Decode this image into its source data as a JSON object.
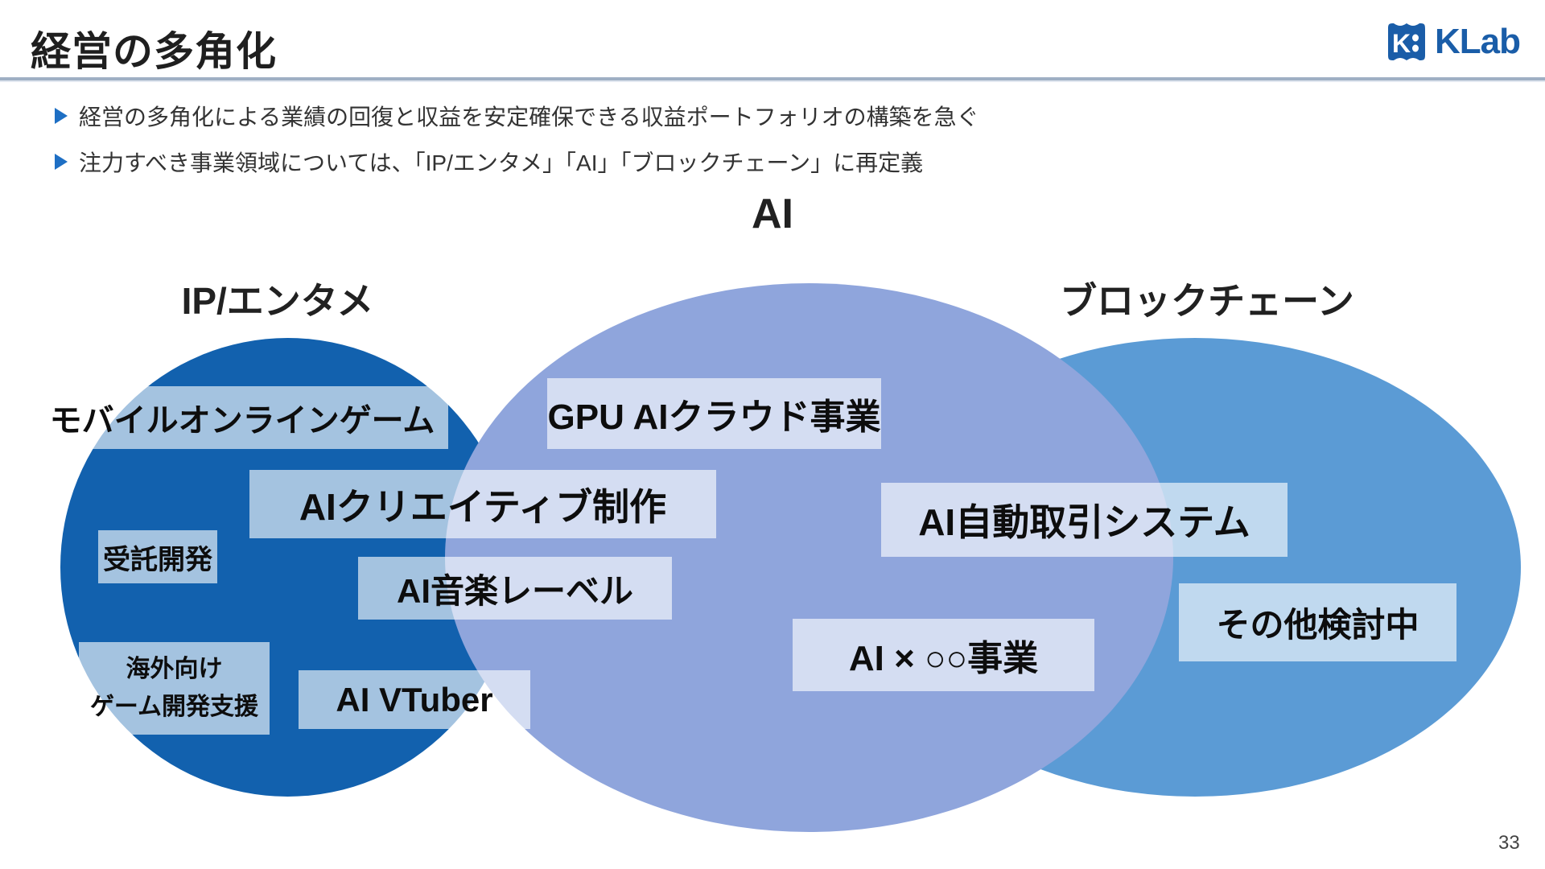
{
  "slide": {
    "title": "経営の多角化",
    "page_number": "33",
    "logo": {
      "text": "KLab",
      "color": "#1a5da8",
      "icon": "klab-mark-icon"
    },
    "bullets": [
      "経営の多角化による業績の回復と収益を安定確保できる収益ポートフォリオの構築を急ぐ",
      "注力すべき事業領域については、「IP/エンタメ」「AI」「ブロックチェーン」に再定義"
    ]
  },
  "diagram": {
    "ellipses": [
      {
        "id": "ip",
        "label": "IP/エンタメ",
        "color": "#1261ae"
      },
      {
        "id": "ai",
        "label": "AI",
        "color": "#8fa5dc"
      },
      {
        "id": "bc",
        "label": "ブロックチェーン",
        "color": "#5b9bd5"
      }
    ],
    "items": [
      {
        "label": "モバイルオンラインゲーム",
        "region": "IP/エンタメ"
      },
      {
        "label": "受託開発",
        "region": "IP/エンタメ"
      },
      {
        "label": "海外向け\nゲーム開発支援",
        "region": "IP/エンタメ"
      },
      {
        "label": "AIクリエイティブ制作",
        "region": "IP/エンタメ × AI"
      },
      {
        "label": "AI音楽レーベル",
        "region": "IP/エンタメ × AI"
      },
      {
        "label": "AI VTuber",
        "region": "IP/エンタメ × AI"
      },
      {
        "label": "GPU AIクラウド事業",
        "region": "AI"
      },
      {
        "label": "AI自動取引システム",
        "region": "AI × ブロックチェーン"
      },
      {
        "label": "AI × ○○事業",
        "region": "AI"
      },
      {
        "label": "その他検討中",
        "region": "ブロックチェーン"
      }
    ]
  }
}
